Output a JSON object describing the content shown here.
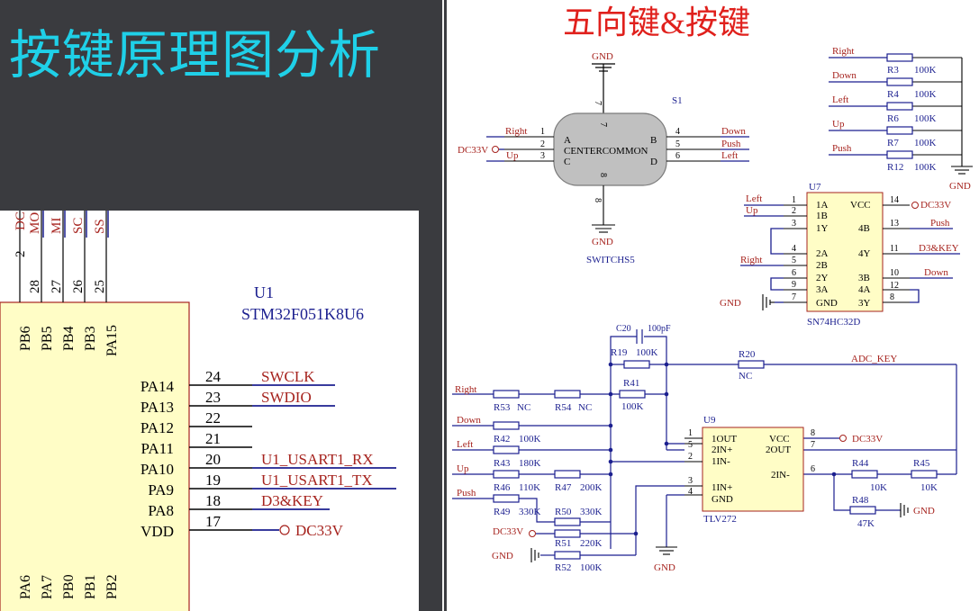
{
  "slide": {
    "title": "按键原理图分析",
    "right_title": "五向键&按键"
  },
  "mcu": {
    "ref": "U1",
    "part": "STM32F051K8U6",
    "top_pin_numbers": [
      "28",
      "27",
      "26",
      "25"
    ],
    "top_pin_names": [
      "PB6",
      "PB5",
      "PB4",
      "PB3",
      "PA15"
    ],
    "top_nets": [
      "MO",
      "MI",
      "SC",
      "SS"
    ],
    "top_partial": [
      "2",
      "DC"
    ],
    "bottom_pin_names": [
      "PA6",
      "PA7",
      "PB0",
      "PB1",
      "PB2"
    ],
    "right_pins": [
      {
        "num": "24",
        "name": "PA14",
        "net": "SWCLK"
      },
      {
        "num": "23",
        "name": "PA13",
        "net": "SWDIO"
      },
      {
        "num": "22",
        "name": "PA12",
        "net": ""
      },
      {
        "num": "21",
        "name": "PA11",
        "net": ""
      },
      {
        "num": "20",
        "name": "PA10",
        "net": "U1_USART1_RX"
      },
      {
        "num": "19",
        "name": "PA9",
        "net": "U1_USART1_TX"
      },
      {
        "num": "18",
        "name": "PA8",
        "net": "D3&KEY"
      },
      {
        "num": "17",
        "name": "VDD",
        "net": "DC33V"
      }
    ]
  },
  "switch": {
    "ref": "S1",
    "part": "SWITCHS5",
    "center_text": "CENTERCOMMON",
    "gnd_top": "GND",
    "gnd_bottom": "GND",
    "pin_top": "7",
    "pin_top_inner": "7",
    "pin_bottom": "8",
    "pin_bottom_inner": "8",
    "supply": "DC33V",
    "left_pins": [
      {
        "num": "1",
        "letter": "A",
        "net": "Right"
      },
      {
        "num": "2",
        "letter": "",
        "net": ""
      },
      {
        "num": "3",
        "letter": "C",
        "net": "Up"
      }
    ],
    "right_pins": [
      {
        "num": "4",
        "letter": "B",
        "net": "Down"
      },
      {
        "num": "5",
        "letter": "",
        "net": "Push"
      },
      {
        "num": "6",
        "letter": "D",
        "net": "Left"
      }
    ]
  },
  "pullups": {
    "gnd": "GND",
    "items": [
      {
        "net": "Right",
        "ref": "R3",
        "val": "100K"
      },
      {
        "net": "Down",
        "ref": "R4",
        "val": "100K"
      },
      {
        "net": "Left",
        "ref": "R6",
        "val": "100K"
      },
      {
        "net": "Up",
        "ref": "R7",
        "val": "100K"
      },
      {
        "net": "Push",
        "ref": "R12",
        "val": "100K"
      }
    ]
  },
  "u7": {
    "ref": "U7",
    "part": "SN74HC32D",
    "gnd_label": "GND",
    "left_pins": [
      {
        "num": "1",
        "name": "1A",
        "net": "Left"
      },
      {
        "num": "2",
        "name": "1B",
        "net": "Up"
      },
      {
        "num": "3",
        "name": "1Y",
        "net": ""
      },
      {
        "num": "4",
        "name": "2A",
        "net": ""
      },
      {
        "num": "5",
        "name": "2B",
        "net": "Right"
      },
      {
        "num": "6",
        "name": "2Y",
        "net": ""
      },
      {
        "num": "9",
        "name": "3A",
        "net": ""
      },
      {
        "num": "7",
        "name": "GND",
        "net": ""
      }
    ],
    "right_pins": [
      {
        "num": "14",
        "name": "VCC",
        "net": "DC33V"
      },
      {
        "num": "13",
        "name": "4B",
        "net": "Push"
      },
      {
        "num": "11",
        "name": "4Y",
        "net": "D3&KEY"
      },
      {
        "num": "10",
        "name": "3B",
        "net": "Down"
      },
      {
        "num": "12",
        "name": "4A",
        "net": ""
      },
      {
        "num": "8",
        "name": "3Y",
        "net": ""
      }
    ]
  },
  "amp": {
    "ref": "U9",
    "part": "TLV272",
    "inner_left": [
      "1OUT",
      "2IN+",
      "1IN-",
      "1IN+",
      "GND"
    ],
    "inner_right": [
      "VCC",
      "2OUT",
      "2IN-"
    ],
    "pins_left": [
      "1",
      "5",
      "2",
      "3",
      "4"
    ],
    "pins_right": [
      "8",
      "7",
      "6"
    ],
    "supply": "DC33V",
    "gnd": "GND",
    "c20": "C20",
    "c20_val": "100pF",
    "r19": "R19",
    "r19_val": "100K",
    "r41": "R41",
    "r41_val": "100K",
    "r20": "R20",
    "r20_val": "NC",
    "adc": "ADC_KEY",
    "inputs": [
      {
        "net": "Right"
      },
      {
        "net": "Down"
      },
      {
        "net": "Left"
      },
      {
        "net": "Up"
      },
      {
        "net": "Push"
      }
    ],
    "resistors": {
      "r53": "R53",
      "r53_val": "NC",
      "r54": "R54",
      "r54_val": "NC",
      "r42": "R42",
      "r42_val": "100K",
      "r43": "R43",
      "r43_val": "180K",
      "r46": "R46",
      "r46_val": "110K",
      "r47": "R47",
      "r47_val": "200K",
      "r49": "R49",
      "r49_val": "330K",
      "r50": "R50",
      "r50_val": "330K",
      "r51": "R51",
      "r51_val": "220K",
      "r52": "R52",
      "r52_val": "100K",
      "r44": "R44",
      "r44_val": "10K",
      "r45": "R45",
      "r45_val": "10K",
      "r48": "R48",
      "r48_val": "47K"
    },
    "div_supply": "DC33V",
    "div_gnd": "GND",
    "r48_gnd": "GND"
  }
}
